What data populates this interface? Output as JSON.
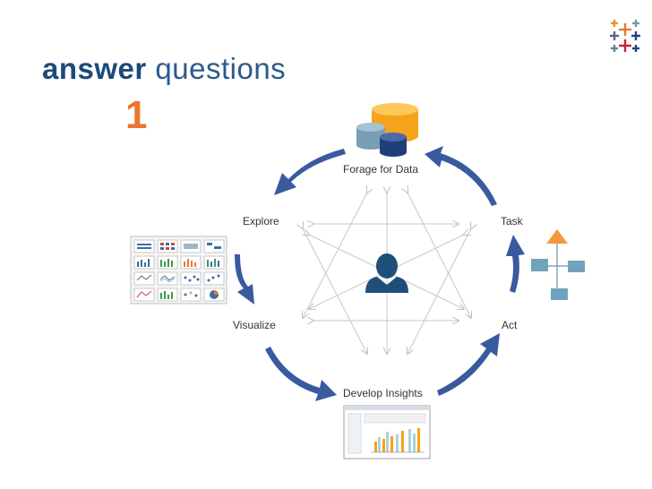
{
  "title": {
    "bold": "answer",
    "light": "questions"
  },
  "step_number": "1",
  "cycle": {
    "forage": "Forage for Data",
    "explore": "Explore",
    "visualize": "Visualize",
    "develop": "Develop Insights",
    "act": "Act",
    "task": "Task"
  },
  "colors": {
    "arrow_blue": "#3a5a9f",
    "accent_orange": "#e8772e",
    "title_blue": "#1f4e79",
    "person": "#1f4e79",
    "thin_arrows": "#c7c7c7"
  },
  "icons": {
    "logo": "tableau-logo",
    "center": "person-icon",
    "forage": "database-stack-icon",
    "explore": "chart-gallery-icon",
    "develop": "dashboard-icon",
    "task": "hierarchy-icon"
  }
}
